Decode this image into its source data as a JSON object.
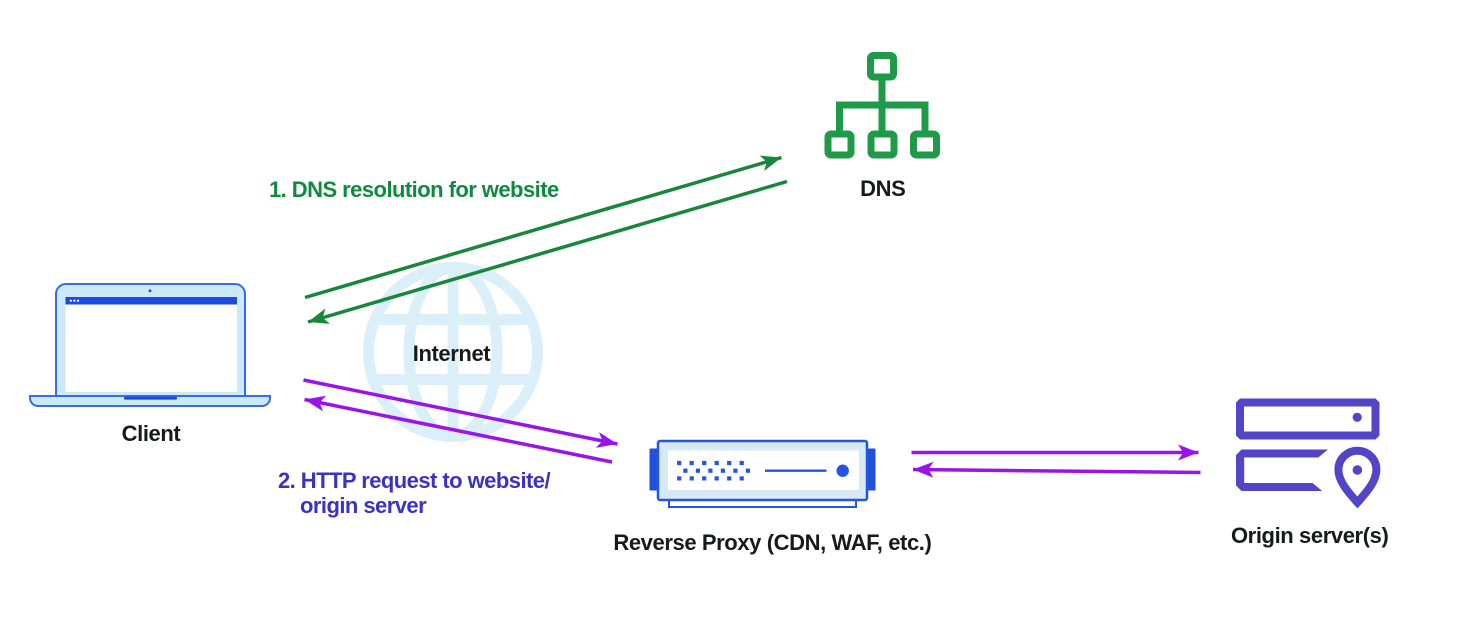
{
  "diagram": {
    "nodes": {
      "client": {
        "label": "Client"
      },
      "internet": {
        "label": "Internet"
      },
      "dns": {
        "label": "DNS"
      },
      "reverse_proxy": {
        "label": "Reverse Proxy (CDN, WAF, etc.)"
      },
      "origin": {
        "label": "Origin server(s)"
      }
    },
    "annotations": {
      "dns_resolution": {
        "text": "1. DNS resolution for website"
      },
      "http_request": {
        "line1": "2. HTTP request to website/",
        "line2": "origin server"
      }
    },
    "flows": [
      {
        "from": "client",
        "to": "dns",
        "via": "internet",
        "style": "double-arrow",
        "color_name": "green"
      },
      {
        "from": "client",
        "to": "reverse_proxy",
        "via": "internet",
        "style": "double-arrow",
        "color_name": "violet"
      },
      {
        "from": "reverse_proxy",
        "to": "origin",
        "style": "double-arrow",
        "color_name": "violet"
      }
    ]
  },
  "colors": {
    "green-icon": "#1f9a48",
    "green-arrow": "#17873c",
    "green-text": "#108a3e",
    "violet-arrow": "#9914e8",
    "indigo-text": "#3d31c3",
    "origin-purple": "#5345c8",
    "proxy-blue": "#2355e0",
    "proxy-tab": "#2151db",
    "proxy-bezel": "#d7e9f3",
    "laptop-stroke": "#3a6ae4",
    "laptop-fill": "#cbe9f8",
    "browser-bar": "#1c4adf",
    "globe-blue": "#dbeff9",
    "label-black": "#17191d",
    "bg": "#ffffff"
  }
}
